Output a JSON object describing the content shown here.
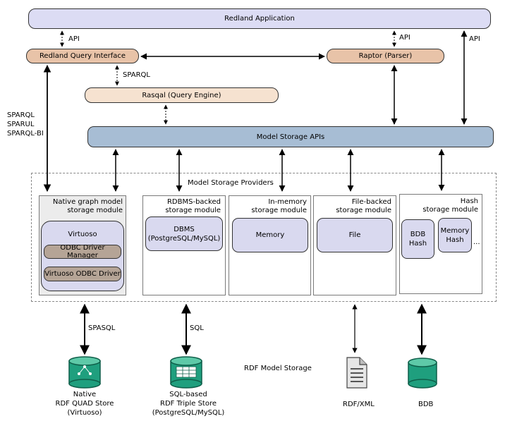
{
  "top": {
    "application": "Redland Application",
    "query_interface": "Redland Query Interface",
    "raptor": "Raptor (Parser)",
    "rasqal": "Rasqal (Query Engine)",
    "model_storage_apis": "Model Storage APIs"
  },
  "edge_labels": {
    "api_left": "API",
    "api_middle": "API",
    "api_right": "API",
    "sparql": "SPARQL",
    "sparql_list": [
      "SPARQL",
      "SPARUL",
      "SPARQL-BI"
    ],
    "spasql": "SPASQL",
    "sql": "SQL"
  },
  "providers": {
    "title": "Model Storage Providers",
    "native": {
      "title_line1": "Native graph model",
      "title_line2": "storage module",
      "virtuoso": "Virtuoso",
      "odbc_manager": "ODBC Driver Manager",
      "odbc_driver": "Virtuoso ODBC Driver"
    },
    "rdbms": {
      "title_line1": "RDBMS-backed",
      "title_line2": "storage module",
      "box_line1": "DBMS",
      "box_line2": "(PostgreSQL/MySQL)"
    },
    "memory": {
      "title_line1": "In-memory",
      "title_line2": "storage module",
      "box": "Memory"
    },
    "file": {
      "title_line1": "File-backed",
      "title_line2": "storage module",
      "box": "File"
    },
    "hash": {
      "title_line1": "Hash",
      "title_line2": "storage  module",
      "bdb_line1": "BDB",
      "bdb_line2": "Hash",
      "mem_line1": "Memory",
      "mem_line2": "Hash",
      "ellipsis": "..."
    }
  },
  "bottom": {
    "native_store": [
      "Native",
      "RDF QUAD Store",
      "(Virtuoso)"
    ],
    "sql_store": [
      "SQL-based",
      "RDF Triple Store",
      "(PostgreSQL/MySQL)"
    ],
    "rdf_model_storage": "RDF Model Storage",
    "rdfxml": "RDF/XML",
    "bdb": "BDB"
  },
  "colors": {
    "application_fill": "#dcdcf4",
    "peach_fill": "#e8c3a8",
    "light_peach_fill": "#f6e2d0",
    "apis_fill": "#a7bdd4",
    "inner_fill": "#d9d9ef",
    "odbc_fill": "#b5a496",
    "native_fill": "#ececec",
    "cylinder_green": "#1f9f7e"
  }
}
